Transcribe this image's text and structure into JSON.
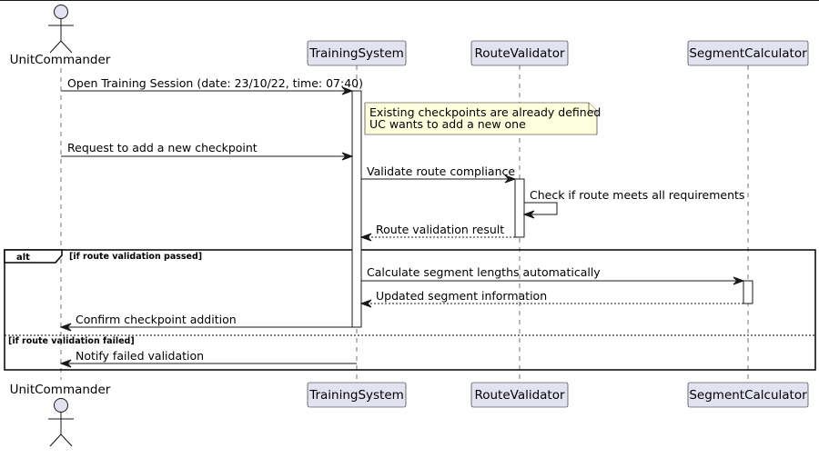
{
  "participants": {
    "unit_commander": "UnitCommander",
    "training_system": "TrainingSystem",
    "route_validator": "RouteValidator",
    "segment_calculator": "SegmentCalculator"
  },
  "messages": {
    "m1": "Open Training Session (date: 23/10/22, time: 07:40)",
    "m2": "Request to add a new checkpoint",
    "m3": "Validate route compliance",
    "m4": "Check if route meets all requirements",
    "m5": "Route validation result",
    "m6": "Calculate segment lengths automatically",
    "m7": "Updated segment information",
    "m8": "Confirm checkpoint addition",
    "m9": "Notify failed validation"
  },
  "note": {
    "line1": "Existing checkpoints are already defined",
    "line2": "UC wants to add a new one"
  },
  "fragment": {
    "keyword": "alt",
    "guard1": "[if route validation passed]",
    "guard2": "[if route validation failed]"
  },
  "colors": {
    "participant_fill": "#e2e2f0",
    "note_fill": "#feffdd",
    "line": "#181818"
  }
}
